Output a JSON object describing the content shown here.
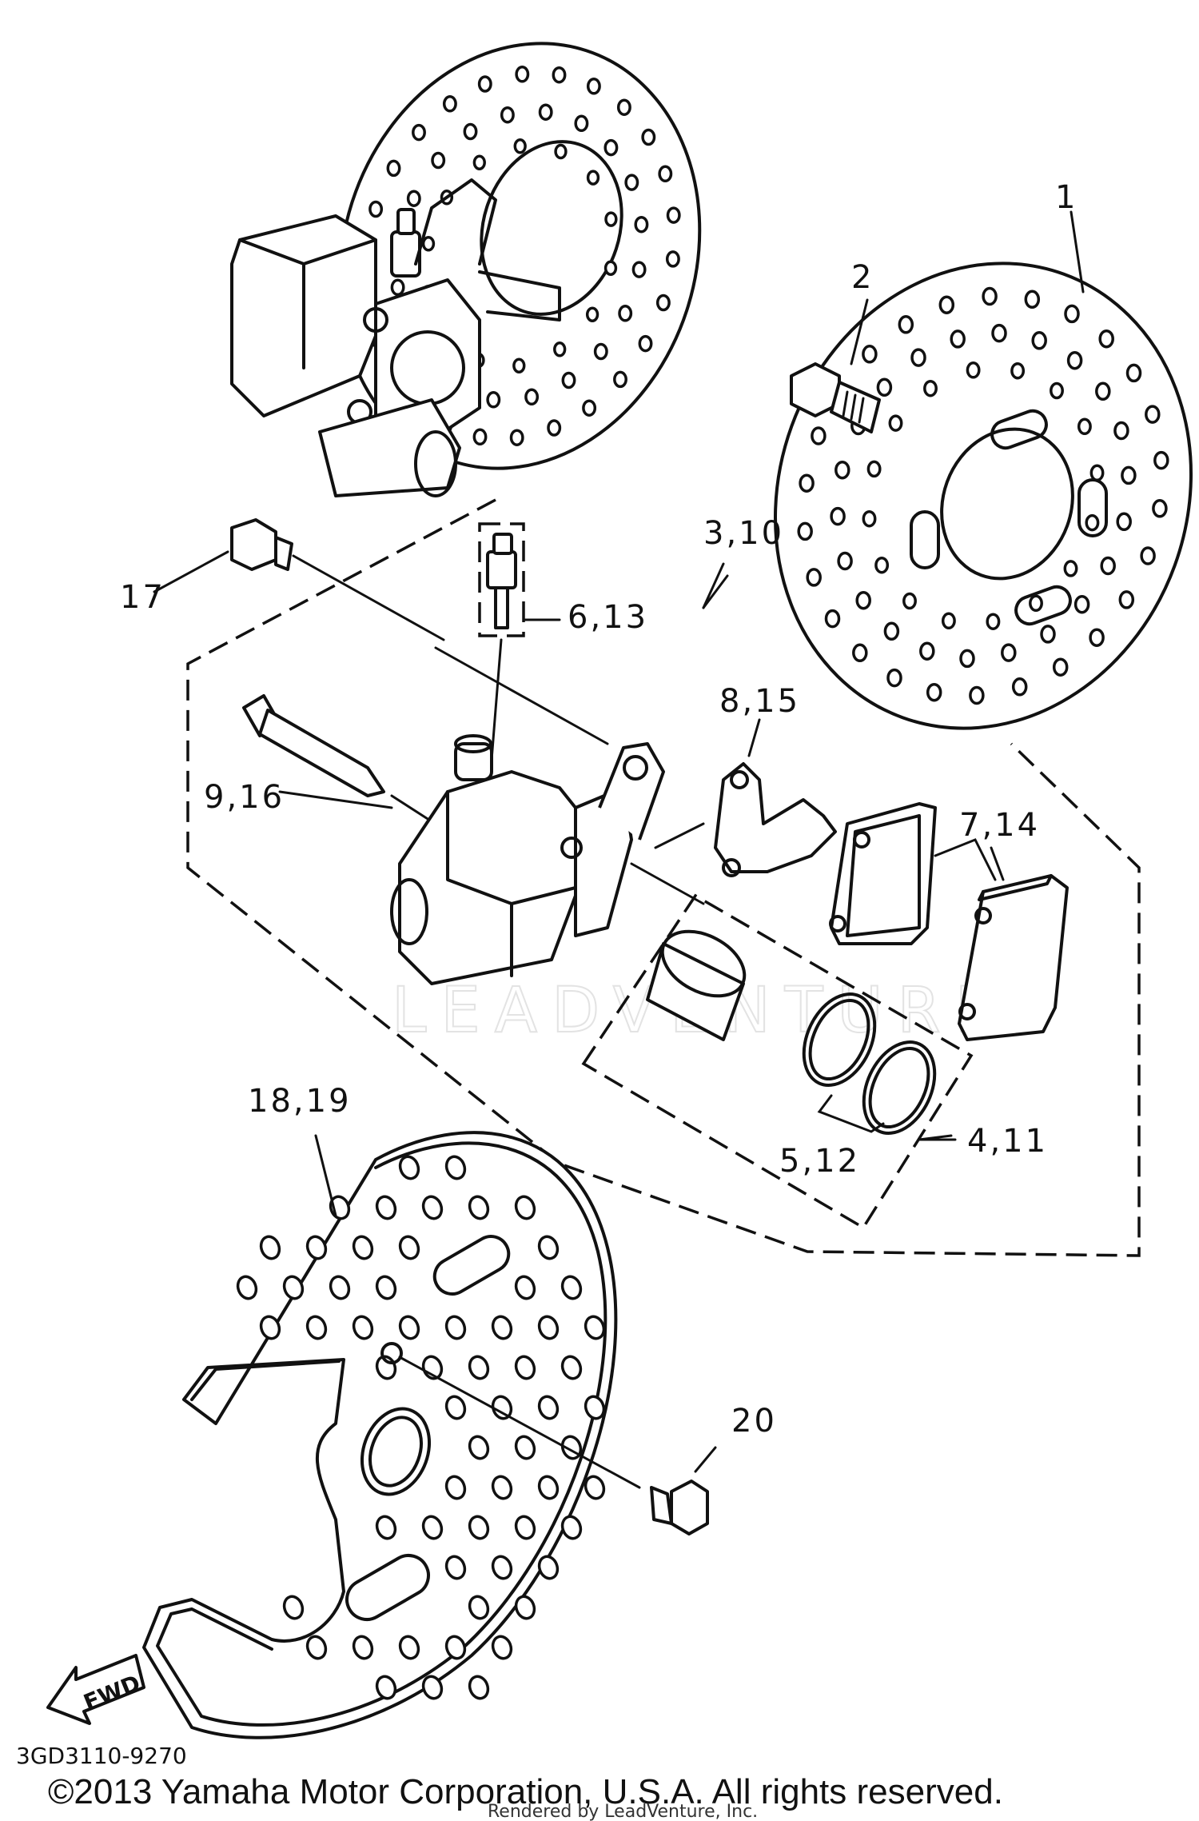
{
  "diagram": {
    "part_labels": {
      "p1": "1",
      "p2": "2",
      "p3_10": "3,10",
      "p17": "17",
      "p6_13": "6,13",
      "p8_15": "8,15",
      "p9_16": "9,16",
      "p7_14": "7,14",
      "p18_19": "18,19",
      "p5_12": "5,12",
      "p4_11": "4,11",
      "p20": "20"
    },
    "fwd_arrow": "FWD",
    "drawing_code": "3GD3110-9270",
    "watermark": "LEADVENTURE",
    "copyright": "©2013 Yamaha Motor Corporation, U.S.A. All rights reserved.",
    "rendered_by": "Rendered by LeadVenture, Inc."
  }
}
